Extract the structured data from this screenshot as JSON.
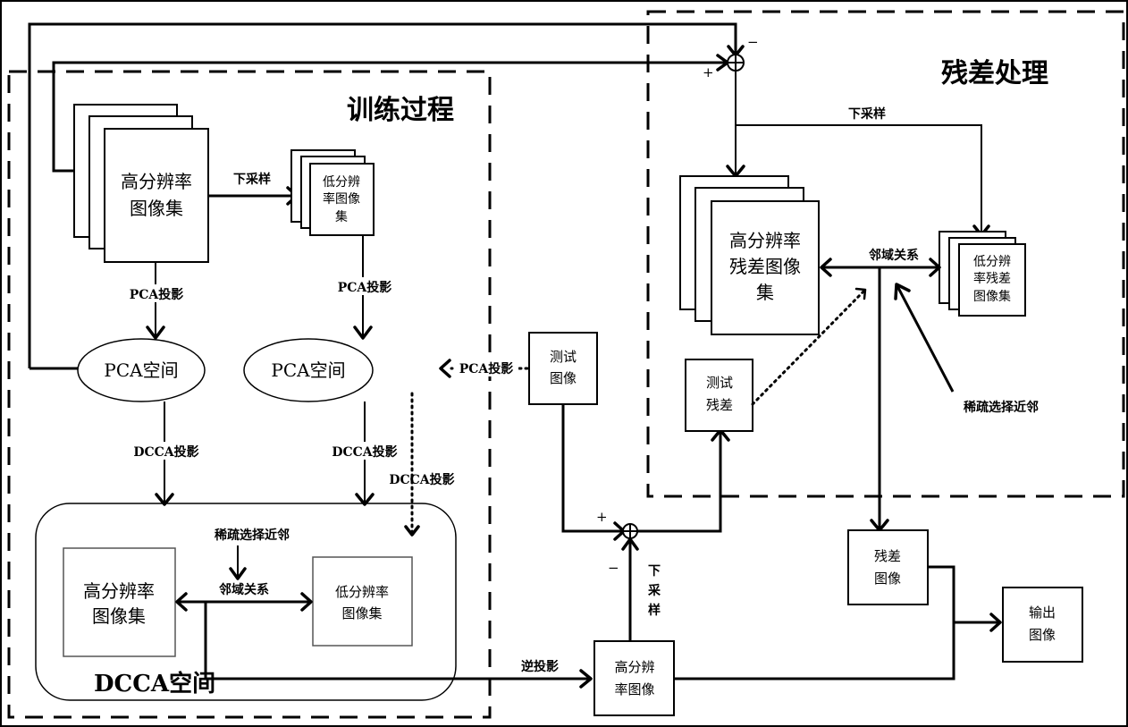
{
  "frames": {
    "training": {
      "title": "训练过程"
    },
    "residual": {
      "title": "残差处理"
    },
    "dcca_space": {
      "title": "DCCA空间"
    }
  },
  "nodes": {
    "hr_set": {
      "line1": "高分辨率",
      "line2": "图像集"
    },
    "lr_set": {
      "line1": "低分辨",
      "line2": "率图像",
      "line3": "集"
    },
    "pca_space_left": {
      "label": "PCA空间"
    },
    "pca_space_right": {
      "label": "PCA空间"
    },
    "dcca_hr_set": {
      "line1": "高分辨率",
      "line2": "图像集"
    },
    "dcca_lr_set": {
      "line1": "低分辨率",
      "line2": "图像集"
    },
    "test_image": {
      "line1": "测试",
      "line2": "图像"
    },
    "hr_image": {
      "line1": "高分辨",
      "line2": "率图像"
    },
    "hr_residual_set": {
      "line1": "高分辨率",
      "line2": "残差图像",
      "line3": "集"
    },
    "lr_residual_set": {
      "line1": "低分辨",
      "line2": "率残差",
      "line3": "图像集"
    },
    "test_residual": {
      "line1": "测试",
      "line2": "残差"
    },
    "residual_image": {
      "line1": "残差",
      "line2": "图像"
    },
    "output_image": {
      "line1": "输出",
      "line2": "图像"
    }
  },
  "edge_labels": {
    "downsample_top": "下采样",
    "pca_proj_left": "PCA投影",
    "pca_proj_right": "PCA投影",
    "pca_proj_test": "PCA投影",
    "dcca_proj_left": "DCCA投影",
    "dcca_proj_right": "DCCA投影",
    "dcca_proj_dotted": "DCCA投影",
    "sparse_select_dcca": "稀疏选择近邻",
    "neighbor_rel_dcca": "邻域关系",
    "inverse_proj": "逆投影",
    "downsample_vertical_1": "下",
    "downsample_vertical_2": "采",
    "downsample_vertical_3": "样",
    "downsample_residual": "下采样",
    "neighbor_rel_residual": "邻域关系",
    "sparse_select_residual": "稀疏选择近邻"
  },
  "signs": {
    "top_plus": "+",
    "top_minus": "−",
    "bottom_plus": "+",
    "bottom_minus": "−",
    "sum_symbol": "⊕"
  }
}
